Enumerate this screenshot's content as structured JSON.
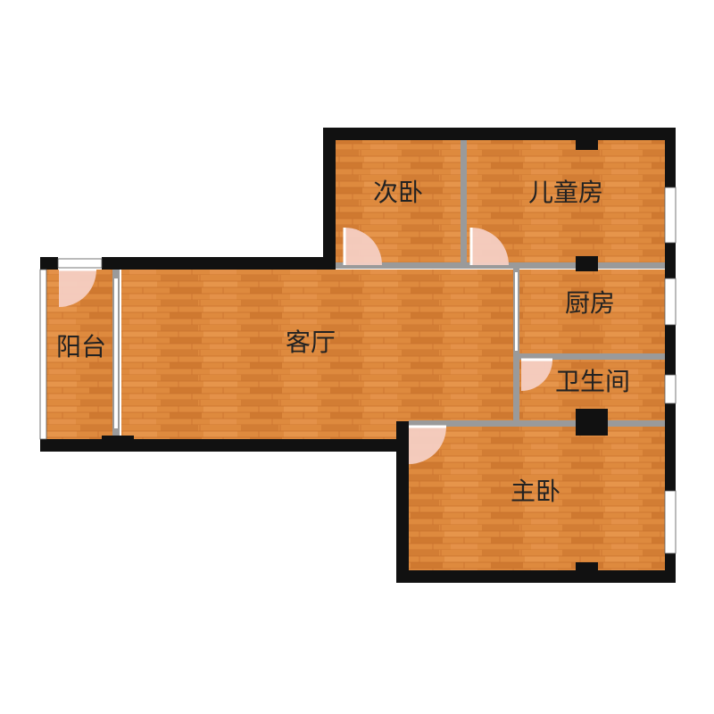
{
  "rooms": {
    "secondary_bedroom": "次卧",
    "kids_room": "儿童房",
    "balcony": "阳台",
    "living_room": "客厅",
    "kitchen": "厨房",
    "bathroom": "卫生间",
    "master_bedroom": "主卧"
  },
  "colors": {
    "floor": "#de8a3e",
    "floor_plank_dark": "#c9722d",
    "floor_plank_light": "#ea9b52",
    "exterior_wall": "#111111",
    "interior_wall": "#9a9a9a",
    "window": "#ffffff",
    "door_swing": "#f4cfc3",
    "label": "#222222"
  }
}
